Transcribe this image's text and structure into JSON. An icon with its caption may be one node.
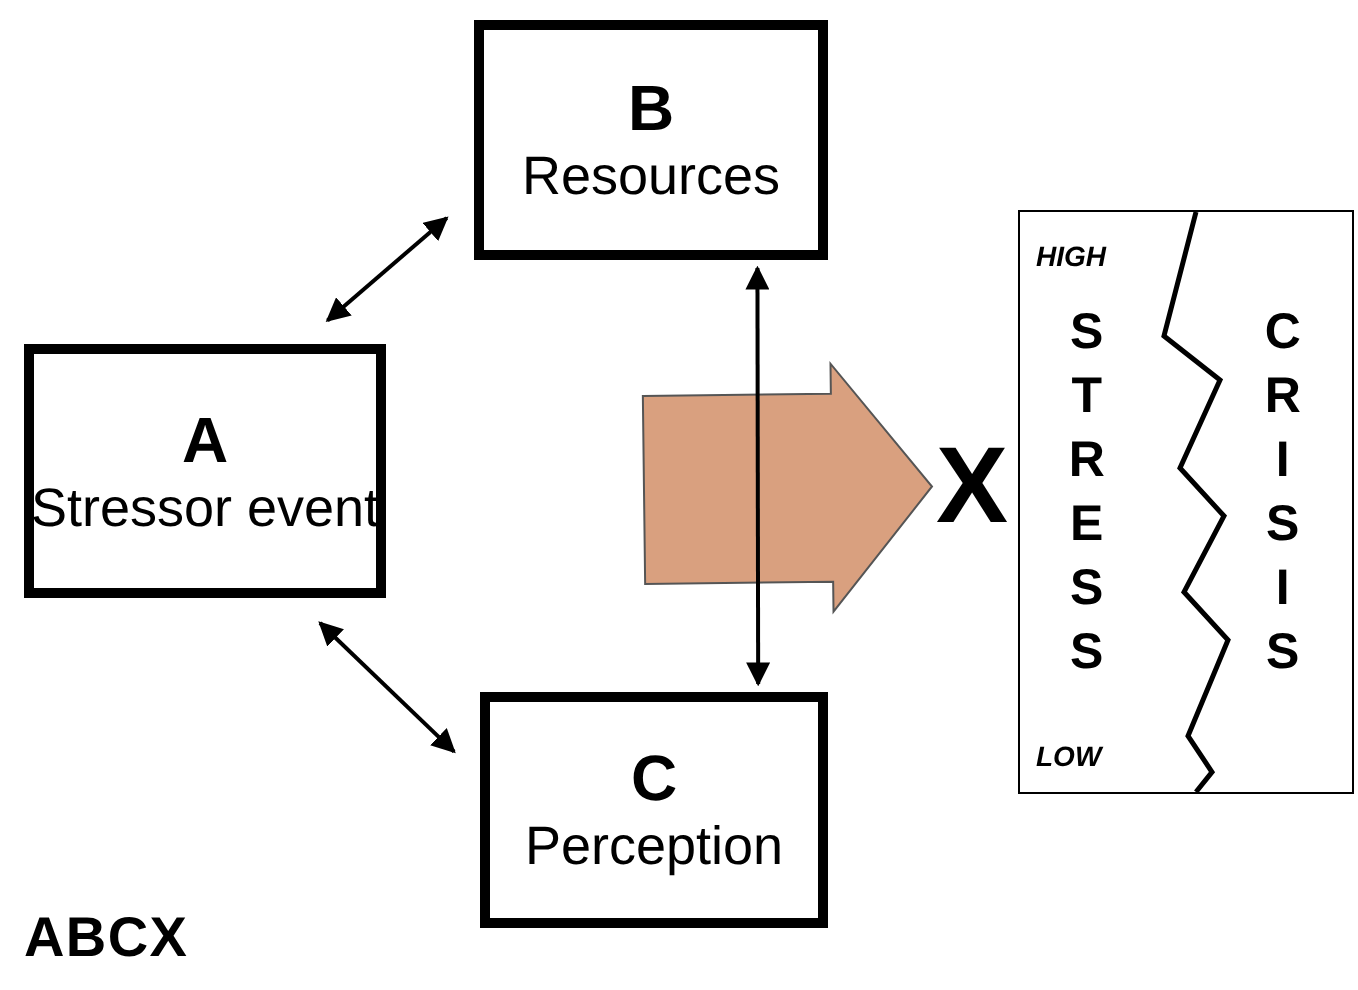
{
  "diagram": {
    "nodes": [
      {
        "text": [
          "A",
          "Stressor event"
        ]
      },
      {
        "text": [
          "B",
          "Resources"
        ]
      },
      {
        "text": [
          "C",
          "Perception"
        ]
      },
      {
        "text": [
          "X"
        ]
      },
      {
        "text": [
          "HIGH",
          "STRESS",
          "CRISIS",
          "LOW"
        ]
      }
    ],
    "edges": [
      {
        "from": 0,
        "to": 1,
        "arrow": "both"
      },
      {
        "from": 1,
        "to": 2,
        "arrow": "both"
      },
      {
        "from": 0,
        "to": 2,
        "arrow": "both"
      },
      {
        "from": null,
        "to": 3,
        "arrow": "to",
        "style": "thick",
        "color": "#d9a07f"
      }
    ],
    "labels": [
      "ABCX"
    ]
  }
}
